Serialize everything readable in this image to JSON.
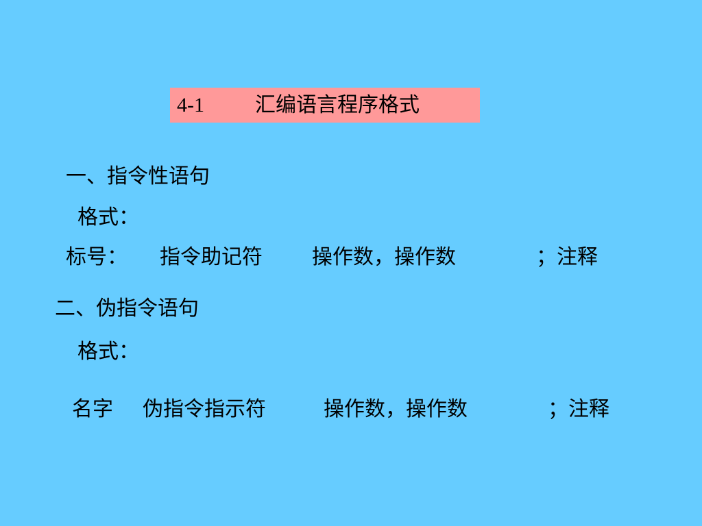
{
  "title": {
    "number": "4-1",
    "text": "汇编语言程序格式"
  },
  "section1": {
    "heading": "一、指令性语句",
    "format_label": "格式：",
    "fields": {
      "label": "标号：",
      "mnemonic": "指令助记符",
      "operands": "操作数，操作数",
      "comment": "；注释"
    }
  },
  "section2": {
    "heading": "二、伪指令语句",
    "format_label": "格式：",
    "fields": {
      "name": "名字",
      "directive": "伪指令指示符",
      "operands": "操作数，操作数",
      "comment": "；注释"
    }
  },
  "colors": {
    "background": "#66ccff",
    "title_box": "#ff9999",
    "text": "#000000"
  }
}
